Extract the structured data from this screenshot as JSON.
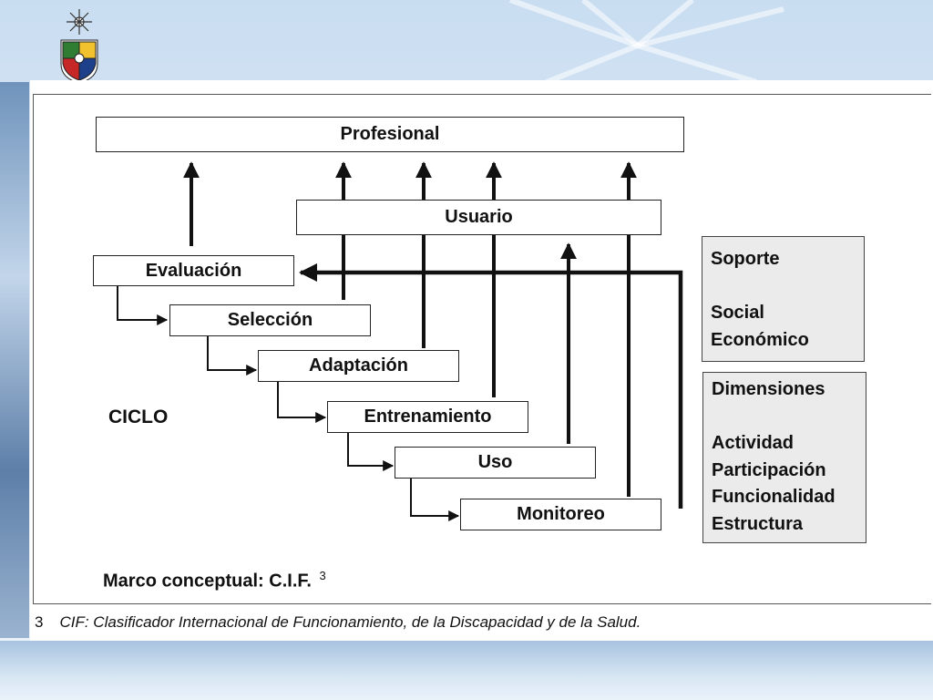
{
  "diagram": {
    "professional_label": "Profesional",
    "user_label": "Usuario",
    "cycle_label": "CICLO",
    "steps": [
      "Evaluación",
      "Selección",
      "Adaptación",
      "Entrenamiento",
      "Uso",
      "Monitoreo"
    ],
    "support_box": {
      "line1": "Soporte",
      "line2": "Social",
      "line3": "Económico"
    },
    "dimensions_box": {
      "title": "Dimensiones",
      "items": [
        "Actividad",
        "Participación",
        "Funcionalidad",
        "Estructura"
      ]
    },
    "framework_label": "Marco conceptual: C.I.F.",
    "framework_ref": "3"
  },
  "footnote": {
    "number": "3",
    "text": "CIF: Clasificador Internacional de Funcionamiento, de la Discapacidad y de la Salud."
  },
  "colors": {
    "background_blue": "#c9ddf1",
    "side_box_gray": "#ebebeb",
    "crest_green": "#2e7d32",
    "crest_red": "#c62828",
    "crest_blue": "#1e3f8a",
    "crest_gold": "#f2c12e"
  }
}
